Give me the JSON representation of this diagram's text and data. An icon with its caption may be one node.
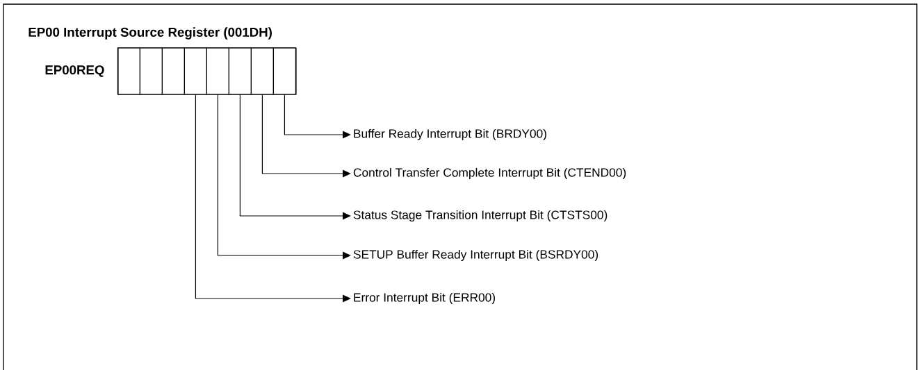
{
  "diagram": {
    "title": "EP00 Interrupt Source Register (001DH)",
    "nodes": [
      {
        "text": [
          "EP00REQ"
        ]
      },
      {
        "text": [],
        "shape": "box",
        "in": 0
      },
      {
        "text": [],
        "shape": "box",
        "in": 0
      },
      {
        "text": [],
        "shape": "box",
        "in": 0
      },
      {
        "text": [],
        "shape": "box",
        "in": 0
      },
      {
        "text": [],
        "shape": "box",
        "in": 0
      },
      {
        "text": [],
        "shape": "box",
        "in": 0
      },
      {
        "text": [],
        "shape": "box",
        "in": 0
      },
      {
        "text": [],
        "shape": "box",
        "in": 0
      },
      {
        "text": [
          "Buffer Ready Interrupt Bit (BRDY00)"
        ]
      },
      {
        "text": [
          "Control Transfer Complete Interrupt Bit (CTEND00)"
        ]
      },
      {
        "text": [
          "Status Stage Transition Interrupt Bit (CTSTS00)"
        ]
      },
      {
        "text": [
          "SETUP Buffer Ready Interrupt Bit (BSRDY00)"
        ]
      },
      {
        "text": [
          "Error Interrupt Bit (ERR00)"
        ]
      }
    ],
    "edges": [
      {
        "from": 8,
        "to": 9,
        "arrow": "to"
      },
      {
        "from": 7,
        "to": 10,
        "arrow": "to"
      },
      {
        "from": 6,
        "to": 11,
        "arrow": "to"
      },
      {
        "from": 5,
        "to": 12,
        "arrow": "to"
      },
      {
        "from": 4,
        "to": 13,
        "arrow": "to"
      }
    ]
  }
}
